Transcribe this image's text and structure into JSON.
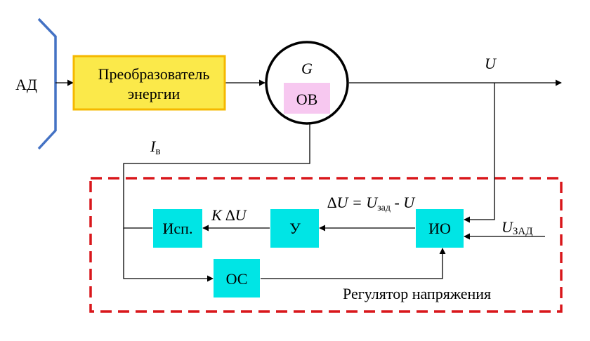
{
  "colors": {
    "converter_fill": "#fbe94a",
    "converter_border": "#f5b800",
    "block_fill": "#00e5e5",
    "ov_fill": "#f7c8f0",
    "regulator_border": "#d9171b",
    "bracket": "#4472c4",
    "line": "#000000"
  },
  "labels": {
    "ad": "АД",
    "converter_line1": "Преобразователь",
    "converter_line2": "энергии",
    "generator": "G",
    "ov": "ОВ",
    "output": "U",
    "field_current": "I",
    "field_current_sub": "в",
    "isp": "Исп.",
    "amp": "У",
    "io": "ИО",
    "os": "ОС",
    "k_delta_u": "K ∆U",
    "delta_u_lhs": "∆U = U",
    "delta_u_sub": "зад",
    "delta_u_rhs": " - U",
    "u_zad": "U",
    "u_zad_sub": "ЗАД",
    "regulator_title": "Регулятор напряжения"
  }
}
